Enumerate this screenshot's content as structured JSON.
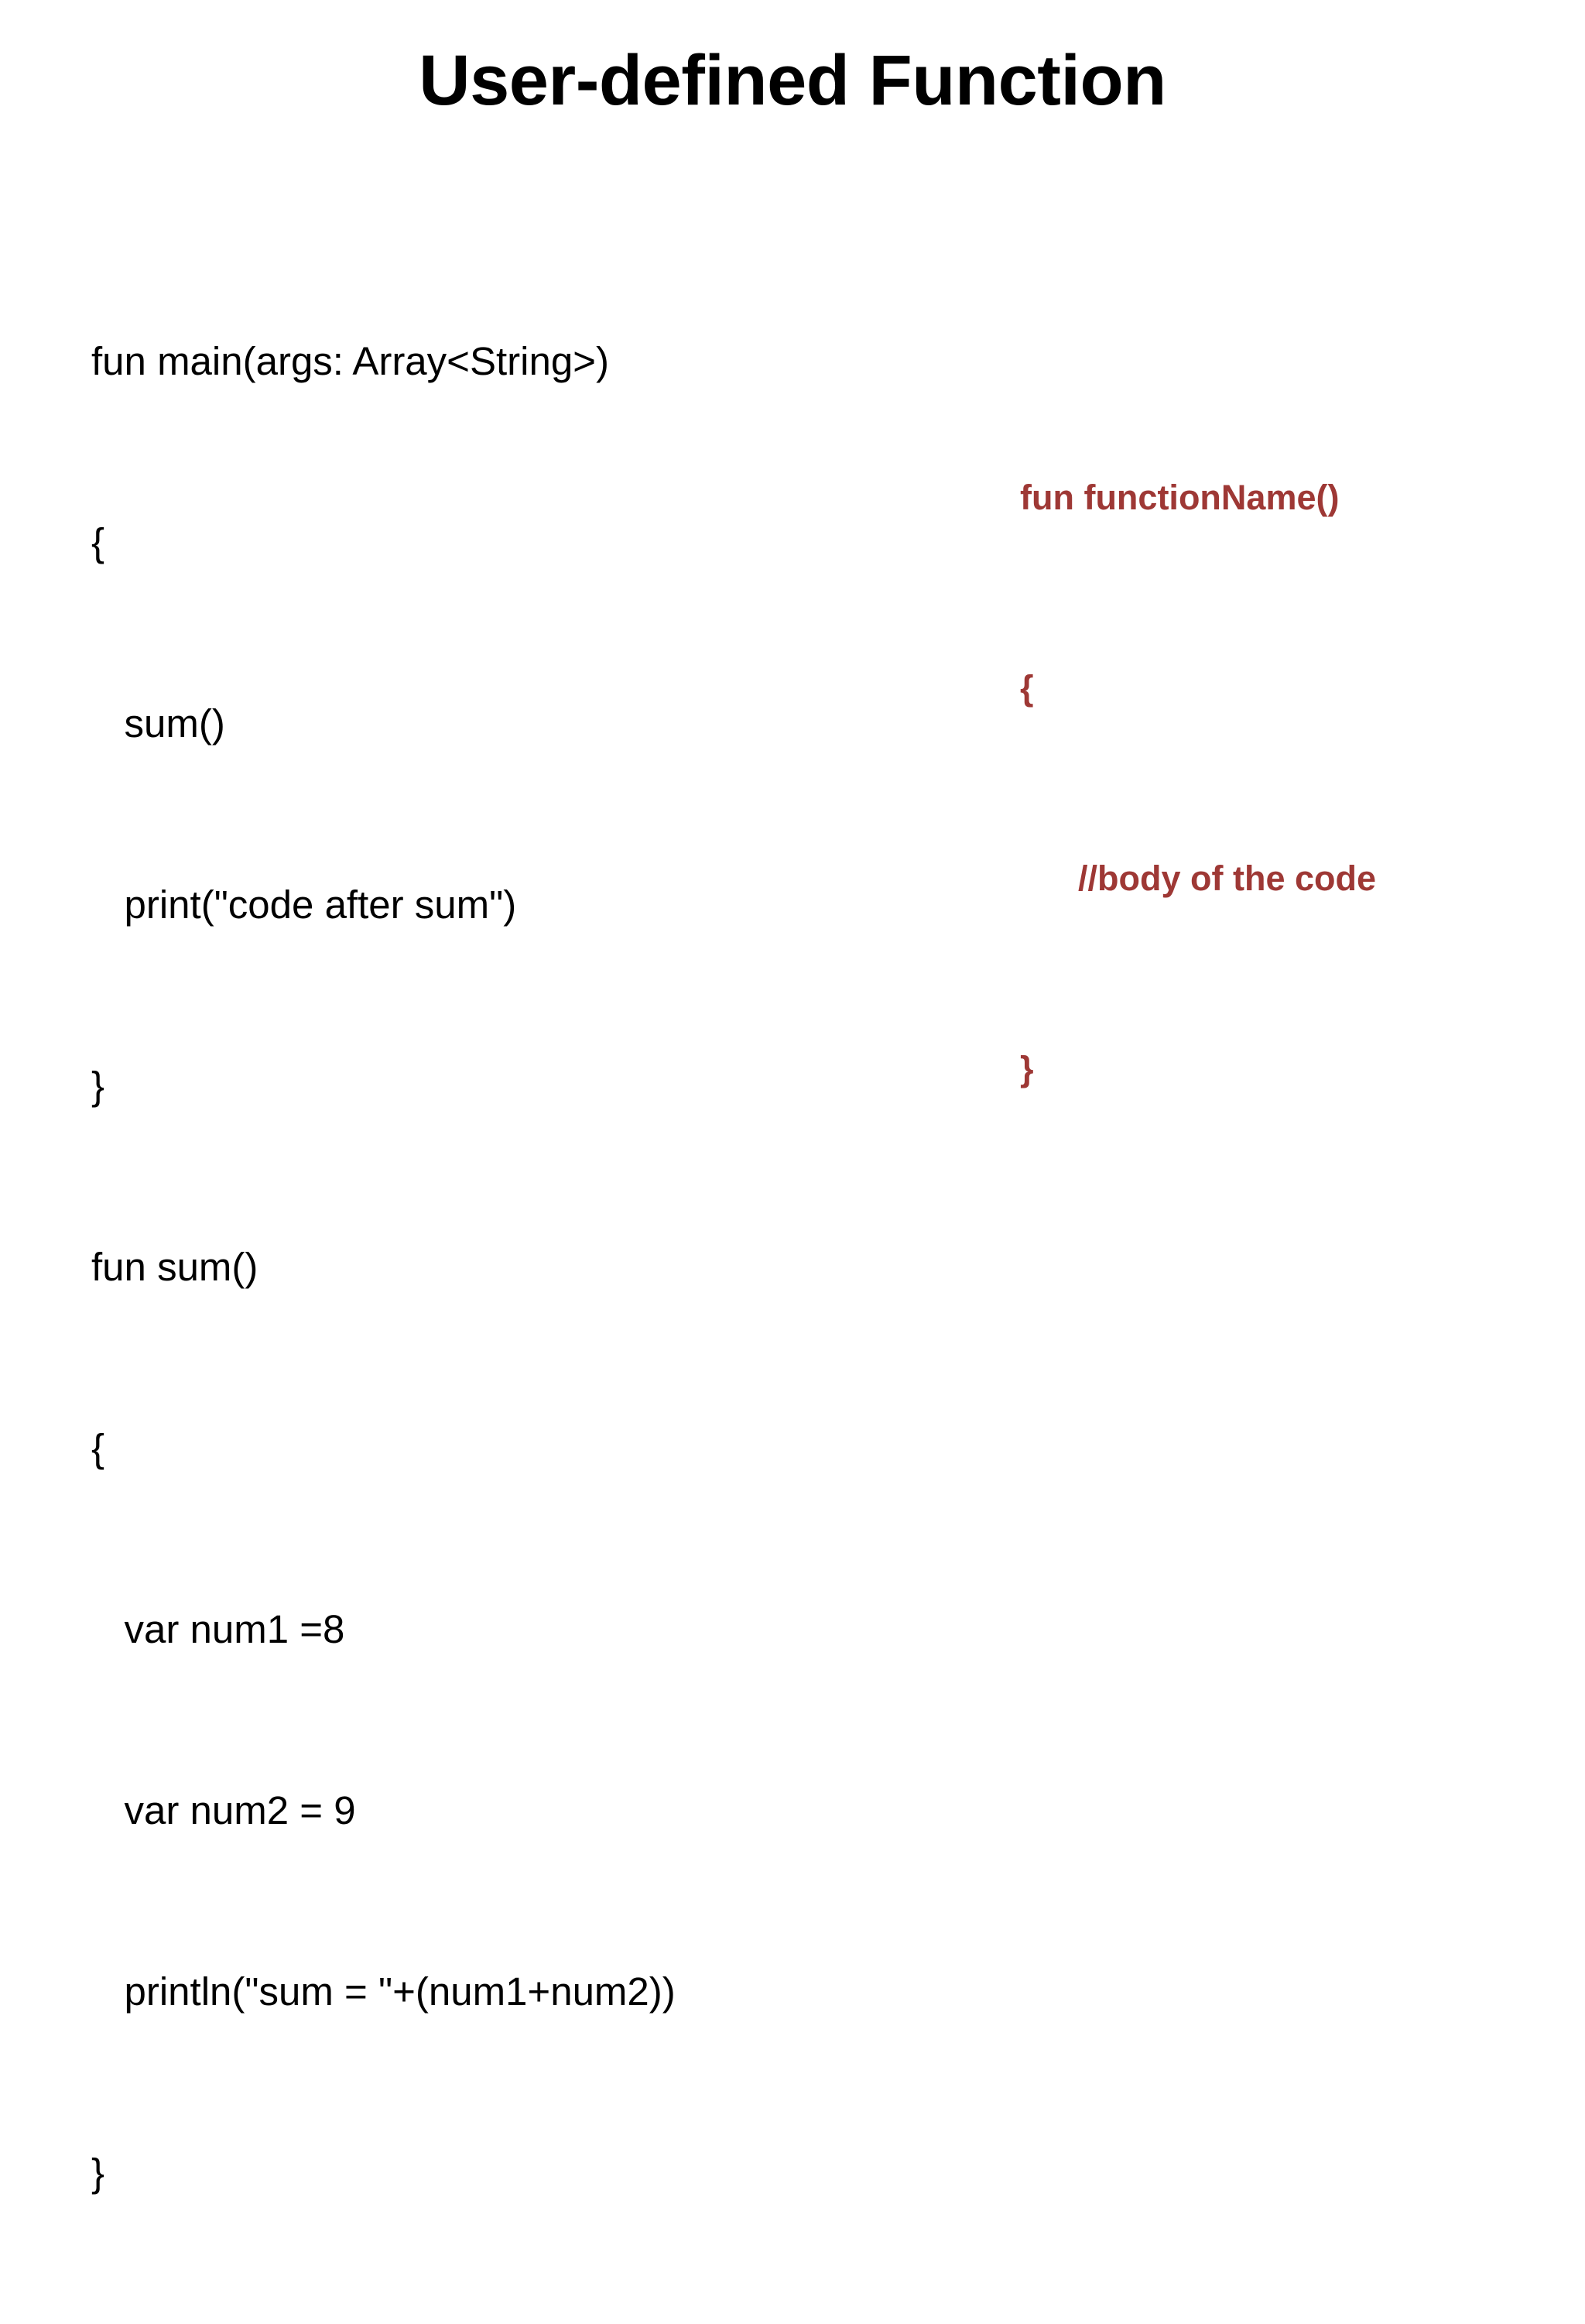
{
  "slide": {
    "title": "User-defined Function",
    "background_color": "#FFFFFF"
  },
  "example_code": {
    "name": "kotlin-example",
    "text_color": "#000000",
    "lines": [
      "fun main(args: Array<String>)",
      "{",
      "   sum()",
      "   print(\"code after sum\")",
      "}",
      "fun sum()",
      "{",
      "   var num1 =8",
      "   var num2 = 9",
      "   println(\"sum = \"+(num1+num2))",
      "}"
    ]
  },
  "syntax_template": {
    "name": "function-syntax",
    "text_color": "#9E3835",
    "lines": [
      "fun functionName()",
      "{",
      "      //body of the code",
      "}"
    ]
  }
}
